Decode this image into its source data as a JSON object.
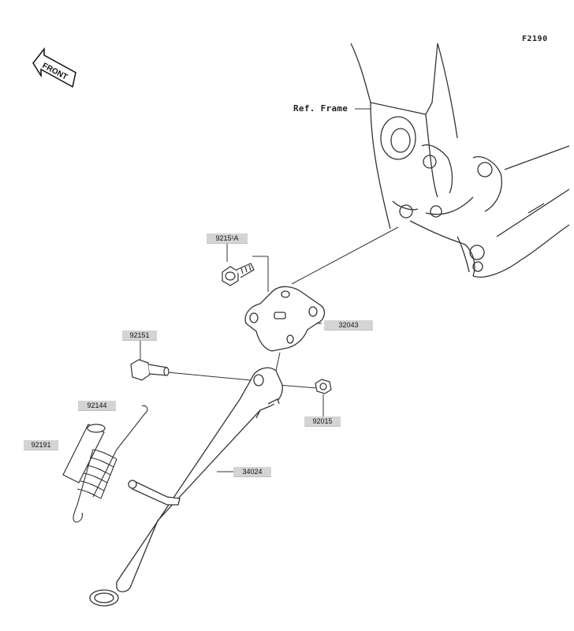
{
  "diagram": {
    "code": "F2190",
    "front_label": "FRONT",
    "ref_frame_label": "Ref. Frame",
    "parts": {
      "p92151": "92151",
      "p9215a": "9215¹A",
      "p32043": "32043",
      "p92015": "92015",
      "p92144": "92144",
      "p92191": "92191",
      "p34024": "34024"
    }
  }
}
